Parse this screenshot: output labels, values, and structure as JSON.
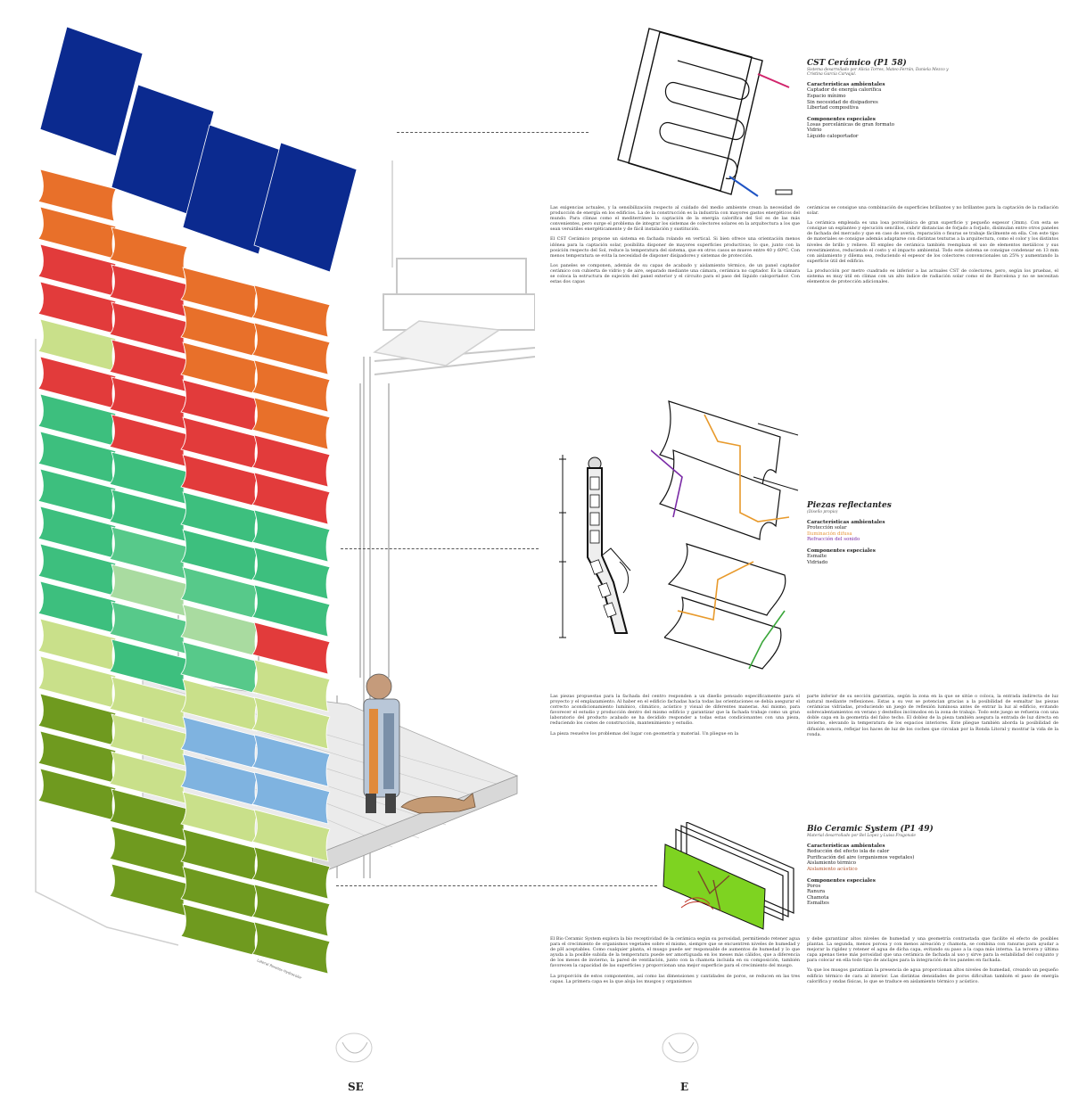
{
  "blocks": {
    "cst": {
      "title": "CST Cerámico (P1 58)",
      "subtitle": "Sistema desarrollado por Alicia Torres, Mateo Ferrán, Daniela Mezco y Cristina García Carvajal.",
      "env_heading": "Características ambientales",
      "env_items": [
        "Captador de energía calorífica",
        "Espacio mínimo",
        "Sin necesidad de disipadores",
        "Libertad compositiva"
      ],
      "comp_heading": "Componentes especiales",
      "comp_items": [
        "Losas porcelánicas de gran formato",
        "Vidrio",
        "Líquido caloportador"
      ]
    },
    "reflect": {
      "title": "Piezas reflectantes",
      "subtitle": "(Diseño propio)",
      "env_heading": "Características ambientales",
      "env_items": [
        "Protección solar",
        "Iluminación difusa",
        "Refracción del sonido"
      ],
      "comp_heading": "Componentes especiales",
      "comp_items": [
        "Esmalte",
        "Vidriado"
      ]
    },
    "bio": {
      "title": "Bio Ceramic System (P1 49)",
      "subtitle": "Material desarrollado por Bel Lopez y Luisa Fragonale",
      "env_heading": "Características ambientales",
      "env_items": [
        "Reducción del efecto isla de calor",
        "Purificación del aire (organismos vegetales)",
        "Aislamiento térmico",
        "Aislamiento acústico"
      ],
      "comp_heading": "Componentes especiales",
      "comp_items": [
        "Poros",
        "Ranura",
        "Chamota",
        "Esmaltes"
      ]
    }
  },
  "paragraphs": {
    "cst_left": [
      "Las exigencias actuales, y la sensibilización respecto al cuidado del medio ambiente crean la necesidad de producción de energía en los edificios. La de la construcción es la industria con mayores gastos energéticos del mundo. Para climas como el mediterráneo la captación de la energía calorífica del Sol es de las más convenientes, pero surge el problema de integrar los sistemas de colectores solares en la arquitectura a los que sean versátiles energéticamente y de fácil instalación y sustitución.",
      "El CST Cerámico propone un sistema en fachada rolando en vertical. Si bien ofrece una orientación menos idónea para la captación solar, posibilita disponer de mayores superficies productivas; lo que, junto con la posición respecto del Sol, reduce la temperatura del sistema, que en otros casos se mueve entre 40 y 60ºC. Con menos temperatura se evita la necesidad de disponer disipadores y sistemas de protección.",
      "Los paneles se componen, además de su capas de acabado y aislamiento térmico, de un panel captador cerámico con cubierta de vidrio y de aire, separado mediante una cámara, cerámica no captador. Es la cámara se coloca la estructura de sujeción del panel exterior y el circuito para el paso del líquido caloportador. Con estas dos capas"
    ],
    "cst_right": [
      "cerámicas se consigue una combinación de superficies brillantes y no brillantes para la captación de la radiación solar.",
      "La cerámica empleada es una losa porcelánica de gran superficie y pequeño espesor (3mm). Con esta se consigue un esplanteo y ejecución sencillos, cubrir distancias de forjado a forjado, disimulan entre otros paneles de fachada del mercado y que en caso de avería, reparación o fisuras se trabaje fácilmente en ella. Con este tipo de materiales se consigue además adaptarse con distintas texturas a la arquitectura, como el color y los distintos niveles de brillo y relieve. El empleo de cerámica también reemplaza el uso de elementos metálicos y sus revestimientos, reduciendo el costo y el impacto ambiental. Todo este sistema se consigue condensar en 13 mm con aislamiento y dilema sea, reduciendo el espesor de los colectores convencionales un 25% y aumentando la superficie útil del edificio.",
      "La producción por metro cuadrado es inferior a las actuales CST de colectores, pero, según los pruebas, el sistema es muy útil en climas con un alto índice de radiación solar como el de Barcelona y no se necesitan elementos de protección adicionales."
    ],
    "reflect_left": [
      "Las piezas propuestas para la fachada del centro responden a un diseño pensado específicamente para el proyecto y el emplazamiento. Al haber en el edificio fachadas hacia todas las orientaciones se debía asegurar el correcto acondicionamiento lumínico, climático, acústico y visual de diferentes maneras. Así mismo, para favorecer el estudio y producción dentro del mismo edificio y garantizar que la fachada trabaje como un gran laboratorio del producto acabado se ha decidido responder a todas estas condicionantes con una pieza, reduciendo los costes de construcción, mantenimiento y estudio.",
      "La pieza resuelve los problemas del lugar con geometría y material. Un pliegue en la"
    ],
    "reflect_right": [
      "parte inferior de su sección garantiza, según la zona en la que se sitúe o coloca, la entrada indirecta de luz natural mediante reflexiones. Estas a su vez se potencian gracias a la posibilidad de esmaltar las piezas cerámicas vidriadas, produciendo un juego de reflexión luminosa antes de entrar la luz al edificio, evitando sobrecalentamientos en verano y destellos incómodos en la zona de trabajo. Todo este juego se refuerza con una doble capa en la geometría del falso techo. El doblez de la pieza también asegura la entrada de luz directa en invierno, elevando la temperatura de los espacios interiores. Este pliegue también aborda la posibilidad de difusión sonora, reflejar los haces de luz de los coches que circulan por la Ronda Litoral y mostrar la vida de la ronda."
    ],
    "bio_left": [
      "El Bio Ceramic System explora la bio receptividad de la cerámica según su porosidad, permitiendo retener agua para el crecimiento de organismos vegetales sobre el mismo, siempre que se encuentren niveles de humedad y de pH aceptables. Como cualquier planta, el musgo puede ser responsable de aumentos de humedad y lo que ayuda a la posible subida de la temperatura puede ser amortiguada en los meses más cálidos, que a diferencia de los meses de invierno, la pared de ventilación, junto con la chamota incluida en su composición, también favorecen la capacidad de las superficies y proporcionan una mejor superficie para el crecimiento del musgo.",
      "La proporción de estos componentes, así como las dimensiones y cantidades de poros, se reducen en las tres capas. La primera capa es la que aloja los musgos y organismos"
    ],
    "bio_right": [
      "y debe garantizar altos niveles de humedad y una geometría contrastada que facilite el efecto de posibles plantas. La segunda, menos porosa y con menos aireación y chamota, se combina con ranuras para ayudar a mejorar la rigidez y retener el agua de dicha capa, evitando su paso a la capa más interna. La tercera y última capa apenas tiene más porosidad que una cerámica de fachada al uso y sirve para la estabilidad del conjunto y para colocar en ella todo tipo de anclajes para la integración de los paneles en fachada.",
      "Ya que los musgos garantizan la presencia de agua proporcionan altos niveles de humedad, creando un pequeño edificio térmico de cara al interior. Las distintas densidades de poros dificultan también el paso de energía calorífica y ondas físicas, lo que se traduce en aislamiento térmico y acústico."
    ]
  },
  "orientation": {
    "left": "SE",
    "right": "E"
  },
  "vertical_note": "Lateral Paneles Hydrocolor"
}
